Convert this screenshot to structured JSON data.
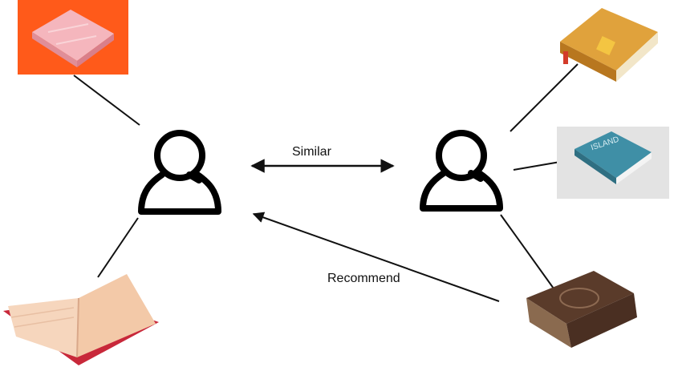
{
  "diagram": {
    "labels": {
      "similar": "Similar",
      "recommend": "Recommend"
    },
    "nodes": [
      {
        "id": "user-left",
        "kind": "user",
        "icon": "user-icon"
      },
      {
        "id": "user-right",
        "kind": "user",
        "icon": "user-icon"
      },
      {
        "id": "book-pink",
        "kind": "book",
        "icon": "book-icon"
      },
      {
        "id": "book-open",
        "kind": "book",
        "icon": "open-book-icon"
      },
      {
        "id": "book-golden",
        "kind": "book",
        "icon": "book-icon"
      },
      {
        "id": "book-island",
        "kind": "book",
        "icon": "book-icon",
        "cover_text": "ISLAND"
      },
      {
        "id": "book-leather",
        "kind": "book",
        "icon": "book-icon"
      }
    ],
    "edges": [
      {
        "from": "user-left",
        "to": "book-pink",
        "style": "line"
      },
      {
        "from": "user-left",
        "to": "book-open",
        "style": "line"
      },
      {
        "from": "user-right",
        "to": "book-golden",
        "style": "line"
      },
      {
        "from": "user-right",
        "to": "book-island",
        "style": "line"
      },
      {
        "from": "user-right",
        "to": "book-leather",
        "style": "line"
      },
      {
        "from": "user-left",
        "to": "user-right",
        "style": "double-arrow",
        "label": "similar"
      },
      {
        "from": "book-leather",
        "to": "user-left",
        "style": "arrow",
        "label": "recommend"
      }
    ],
    "colors": {
      "stroke": "#111111",
      "pink_bg": "#ff5a1a",
      "pink_book": "#f5b6bd",
      "island_bg": "#e3e3e3",
      "island_book": "#3f8fa6",
      "golden_book": "#c98a2d",
      "leather_book": "#5a3b2a",
      "open_book_cover": "#c8283a",
      "open_book_page": "#f6d6bd"
    }
  }
}
